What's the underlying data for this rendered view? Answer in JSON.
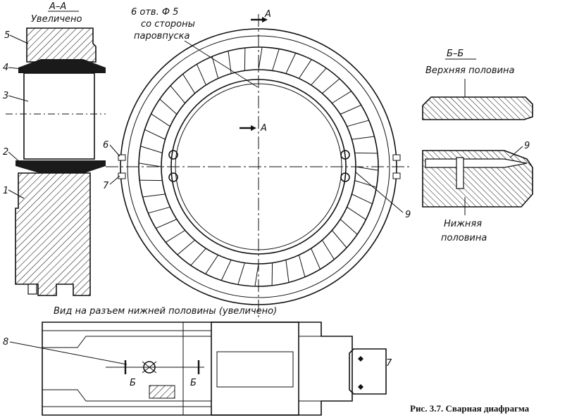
{
  "section_aa": {
    "title": "А–А",
    "subtitle": "Увеличено"
  },
  "top_note": {
    "line1": "6 отв. Ф 5",
    "line2": "со стороны",
    "line3": "паровпуска"
  },
  "section_marker": "А",
  "section_bb": {
    "title": "Б–Б",
    "upper": "Верхняя половина",
    "lower1": "Нижняя",
    "lower2": "половина"
  },
  "view_title": "Вид на разъем нижней половины (увеличено)",
  "cut_marker": "Б",
  "callouts": {
    "n1": "1",
    "n2": "2",
    "n3": "3",
    "n4": "4",
    "n5": "5",
    "n6": "6",
    "n7": "7",
    "n8": "8",
    "n9": "9"
  },
  "caption": "Рис. 3.7. Сварная диафрагма"
}
